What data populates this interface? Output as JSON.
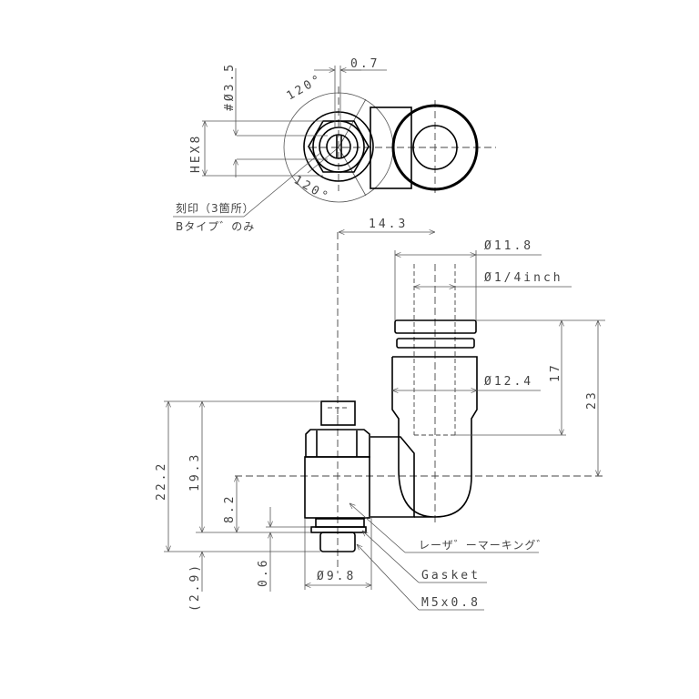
{
  "top_view": {
    "dim_offset": "0.7",
    "dim_hole": "#Ø3.5",
    "dim_hex": "HEX8",
    "angle_top": "120°",
    "angle_bottom": "120°",
    "note_line1": "刻印（3箇所）",
    "note_line2": "Bタイプ゛のみ"
  },
  "side_view": {
    "dim_offset": "14.3",
    "dim_release_dia": "Ø11.8",
    "dim_tube": "Ø1/4inch",
    "dim_body_dia": "Ø12.4",
    "dim_17": "17",
    "dim_23": "23",
    "dim_22_2": "22.2",
    "dim_19_3": "19.3",
    "dim_8_2": "8.2",
    "dim_0_6": "0.6",
    "dim_2_9": "(2.9)",
    "dim_9_8": "Ø9.8",
    "label_laser": "レーザ゛ーマーキング゛",
    "label_gasket": "Gasket",
    "label_thread": "M5x0.8"
  }
}
